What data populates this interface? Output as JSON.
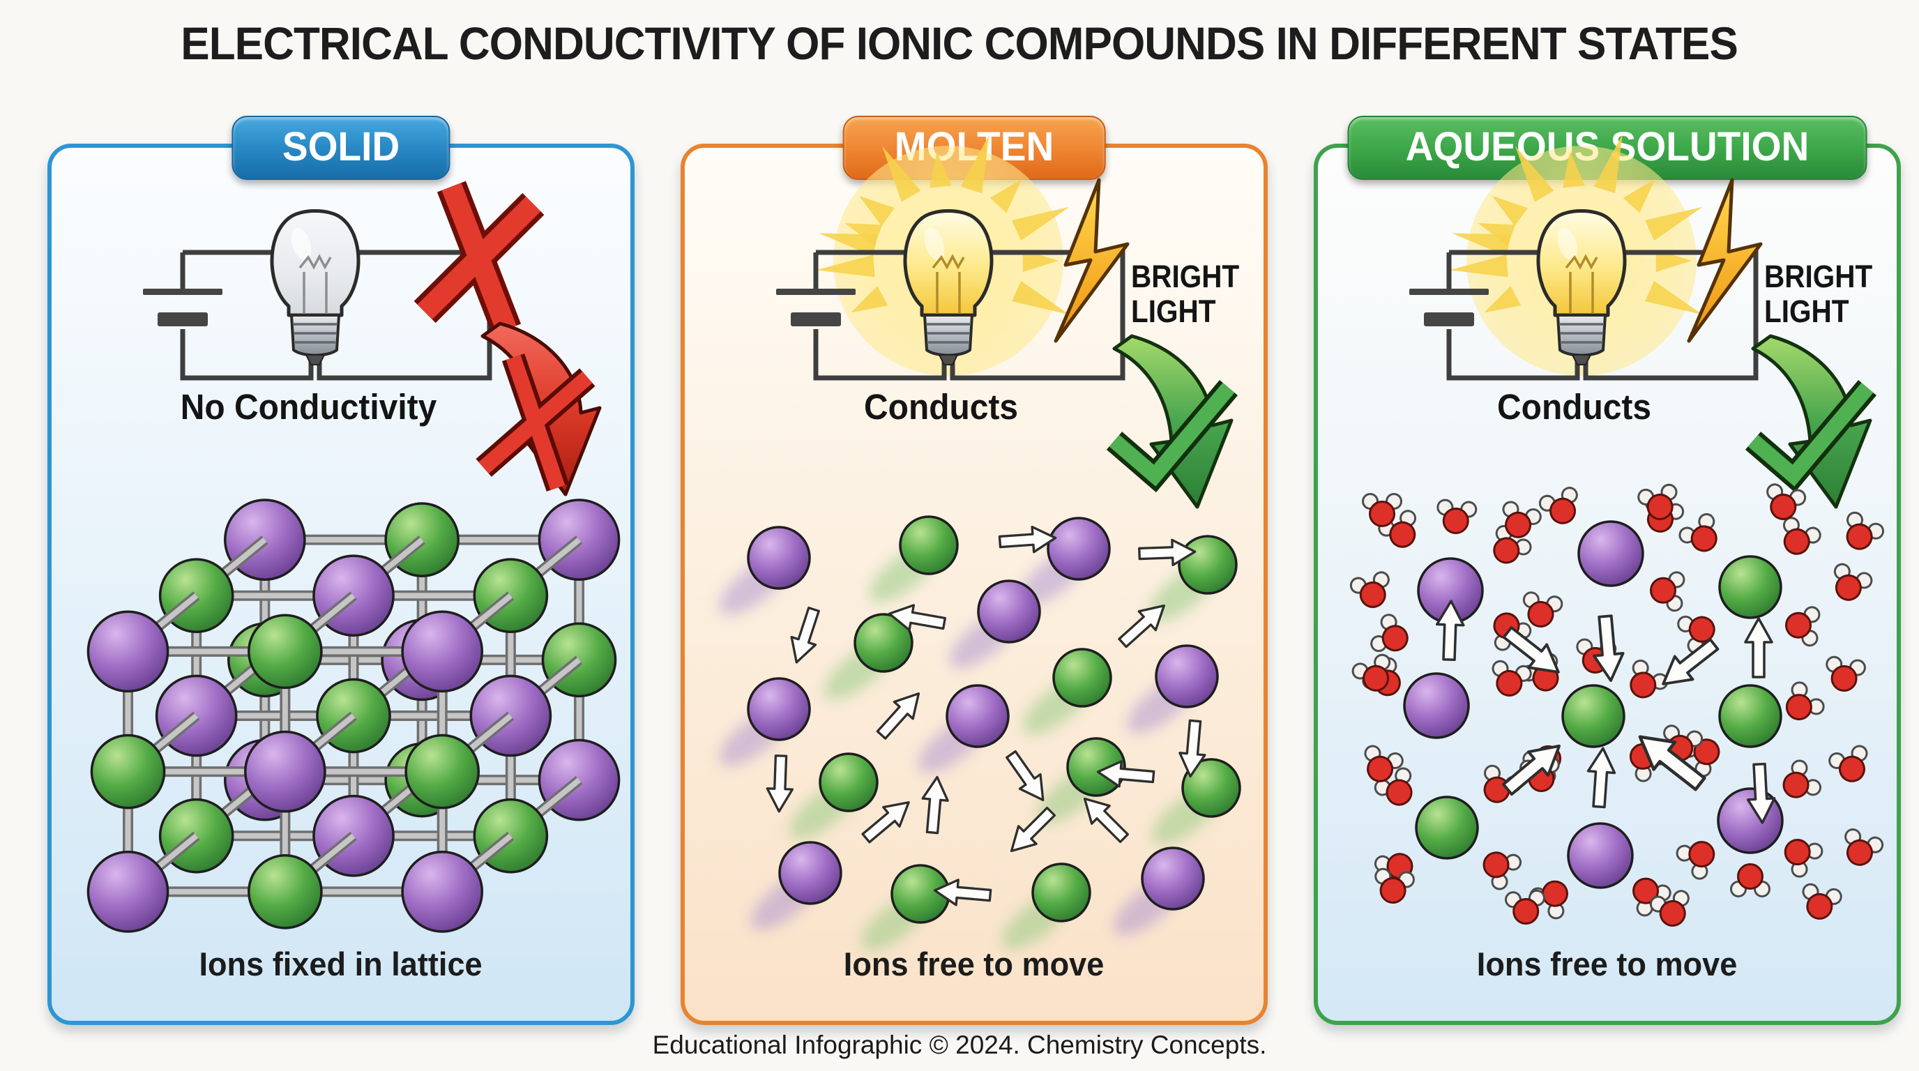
{
  "title": "ELECTRICAL CONDUCTIVITY OF IONIC COMPOUNDS IN DIFFERENT STATES",
  "footer": "Educational Infographic © 2024. Chemistry Concepts.",
  "panels": [
    {
      "header": "SOLID",
      "bulb_state": "unlit",
      "badge": "",
      "result": "No Conductivity",
      "caption": "Ions fixed in lattice",
      "accent": "#2d96d2"
    },
    {
      "header": "MOLTEN",
      "bulb_state": "lit",
      "badge": "BRIGHT LIGHT",
      "result": "Conducts",
      "caption": "Ions free to move",
      "accent": "#e9832f"
    },
    {
      "header": "AQUEOUS SOLUTION",
      "bulb_state": "lit",
      "badge": "BRIGHT LIGHT",
      "result": "Conducts",
      "caption": "Ions free to move",
      "accent": "#3fa24b"
    }
  ],
  "colors": {
    "cation_purple": "#8a5bb0",
    "anion_green": "#46a049",
    "water_oxygen_red": "#dd3028",
    "water_hydrogen_white": "#f2f1ed",
    "wire_gray": "#3e3e3e",
    "lit_bulb_yellow": "#f6c838",
    "red_x": "#e23b2e",
    "green_check": "#4fb151"
  }
}
